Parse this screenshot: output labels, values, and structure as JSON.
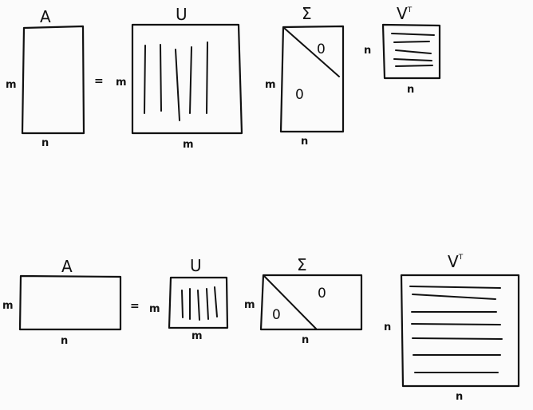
{
  "top_row": {
    "A": {
      "name": "A",
      "rows_label": "m",
      "cols_label": "n"
    },
    "equals": "=",
    "U": {
      "name": "U",
      "rows_label": "m",
      "cols_label": "m"
    },
    "Sigma": {
      "name": "Σ",
      "rows_label": "m",
      "cols_label": "n",
      "upper_zero": "0",
      "lower_zero": "0"
    },
    "VT": {
      "name": "V",
      "superscript": "T",
      "rows_label": "n",
      "cols_label": "n"
    }
  },
  "bottom_row": {
    "A": {
      "name": "A",
      "rows_label": "m",
      "cols_label": "n"
    },
    "equals": "=",
    "U": {
      "name": "U",
      "rows_label": "m",
      "cols_label": "m"
    },
    "Sigma": {
      "name": "Σ",
      "rows_label": "m",
      "cols_label": "n",
      "upper_zero": "0",
      "lower_zero": "0"
    },
    "VT": {
      "name": "V",
      "superscript": "T",
      "rows_label": "n",
      "cols_label": "n"
    }
  }
}
